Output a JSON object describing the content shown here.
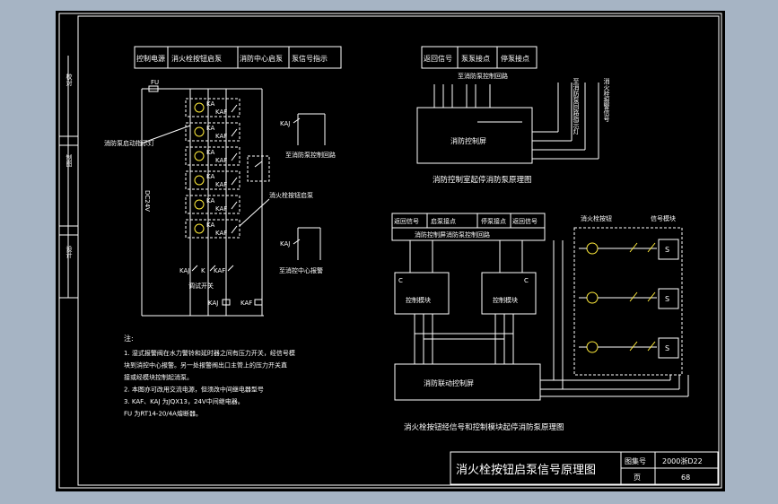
{
  "side_labels": [
    "校对",
    "制图",
    "设计"
  ],
  "top_left_table": [
    "控制电源",
    "消火栓按钮启泵",
    "消防中心启泵",
    "泵信号指示"
  ],
  "top_right_table": [
    "返回信号",
    "泵泵接点",
    "停泵接点"
  ],
  "right_top_texts": {
    "to_control_loop": "至消防泵控制回路",
    "control_box": "消防控制屏",
    "caption1": "消防控制室起停消防泵原理图",
    "vertical1": "至消防泵回路指示灯",
    "vertical2": "消火栓报警信号"
  },
  "left_texts": {
    "fu": "FU",
    "lamp": "消防泵启动指示灯",
    "dc24v": "DC24V",
    "button_start": "消火栓按钮启泵",
    "kaj1": "KAJ",
    "to_pump_loop": "至消防泵控制回路",
    "kaj2": "KAJ",
    "to_center": "至消控中心报警",
    "kaj3": "KAJ",
    "k": "K",
    "kaf1": "KAF",
    "debug_switch": "调试开关",
    "kaj4": "KAJ",
    "kaf2": "KAF",
    "cell_a": "KA",
    "cell_b": "KAF"
  },
  "bottom_right_table": [
    "返回信号",
    "启泵接点",
    "停泵接点",
    "返回信号"
  ],
  "bottom_right_texts": {
    "bus_label": "消防控制屏消防泵控制回路",
    "button_label": "消火栓按钮",
    "signal_label": "信号模块",
    "module_c1": "C",
    "module_c2": "C",
    "module1": "控制模块",
    "module2": "控制模块",
    "control_box": "消防联动控制屏",
    "caption2": "消火栓按钮经信号和控制模块起停消防泵原理图",
    "s": "S"
  },
  "notes": {
    "title": "注:",
    "lines": [
      "1. 湿式报警阀在水力警铃和延时器之间有压力开关，经信号模",
      "   块到消控中心报警。另一处报警阀出口主管上的压力开关直",
      "   接或经模块控制起消泵。",
      "2. 本图亦可改用交流电源，但须改中间继电器型号",
      "3. KAF、KAJ  为JQX13，24V中间继电器。",
      "   FU 为RT14-20/4A熔断器。"
    ]
  },
  "title_block": {
    "title": "消火栓按钮启泵信号原理图",
    "atlas_label": "图集号",
    "atlas_value": "2000浙D22",
    "page_label": "页",
    "page_value": "68"
  }
}
